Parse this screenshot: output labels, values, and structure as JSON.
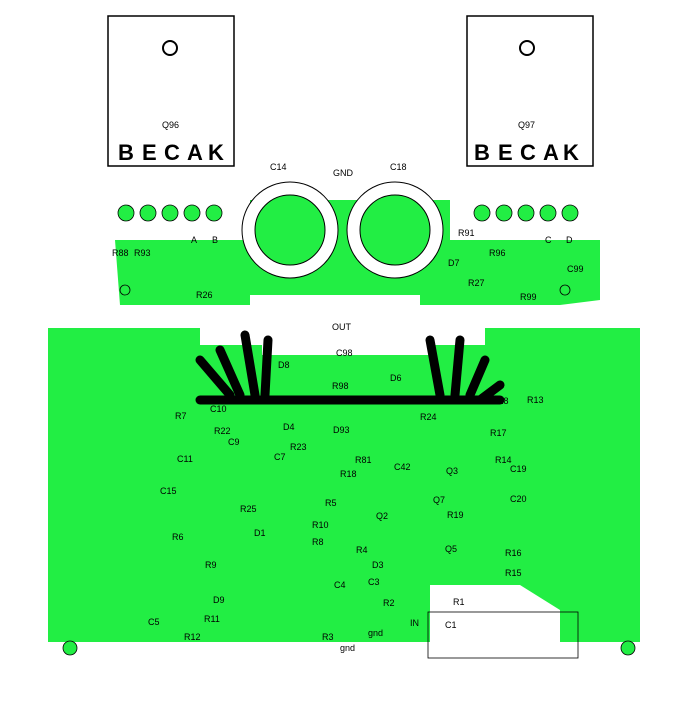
{
  "colors": {
    "copper": "#22ee44",
    "silk": "#000000",
    "background": "#ffffff"
  },
  "transistors": [
    {
      "name": "Q96",
      "pins": "BECAK"
    },
    {
      "name": "Q97",
      "pins": "BECAK"
    }
  ],
  "pin_letters": [
    "B",
    "E",
    "C",
    "A",
    "K"
  ],
  "capacitor_labels": {
    "c14": "C14",
    "c18": "C18"
  },
  "nets": {
    "gnd_top": "GND",
    "out": "OUT",
    "in": "IN",
    "gnd_bottom": "gnd",
    "gnd_mid": "gnd"
  },
  "node_labels": {
    "a_left": "A",
    "b_left": "B",
    "c_right": "C",
    "d_right": "D"
  },
  "components": [
    "R88",
    "R93",
    "R91",
    "R96",
    "C99",
    "D7",
    "R26",
    "R27",
    "R99",
    "D8",
    "C98",
    "R98",
    "D6",
    "C18",
    "R13",
    "R7",
    "C10",
    "R22",
    "C9",
    "R24",
    "D4",
    "D93",
    "R23",
    "R17",
    "R14",
    "C19",
    "C11",
    "R81",
    "R18",
    "C42",
    "Q3",
    "C7",
    "C15",
    "R25",
    "R5",
    "C5",
    "Q7",
    "R19",
    "C20",
    "R10",
    "D1",
    "Q2",
    "R8",
    "R4",
    "R6",
    "R9",
    "D3",
    "Q5",
    "R16",
    "R15",
    "C4",
    "C3",
    "R2",
    "D9",
    "R11",
    "R1",
    "C1",
    "R12",
    "R3"
  ]
}
